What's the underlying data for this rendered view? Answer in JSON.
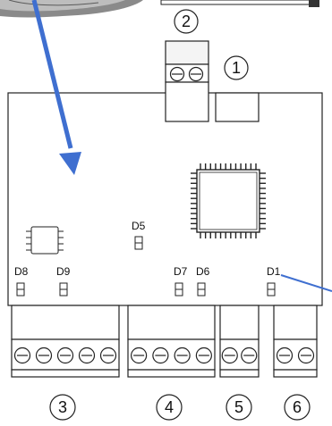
{
  "callouts": {
    "c1": "1",
    "c2": "2",
    "c3": "3",
    "c4": "4",
    "c5": "5",
    "c6": "6"
  },
  "leds": {
    "d1": "D1",
    "d5": "D5",
    "d6": "D6",
    "d7": "D7",
    "d8": "D8",
    "d9": "D9"
  },
  "colors": {
    "arrow": "#3f6fd0",
    "outline": "#222222",
    "photo_fill": "#7f7f7f"
  }
}
